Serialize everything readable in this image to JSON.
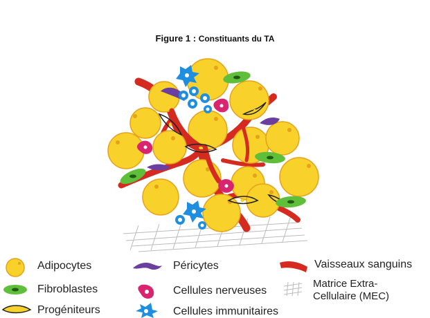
{
  "figure": {
    "title_prefix": "Figure 1 :",
    "title_text": "Constituants du TA"
  },
  "colors": {
    "adipocyte_fill": "#f8d12a",
    "adipocyte_stroke": "#e6a21a",
    "fibroblast": "#5fbf3a",
    "pericyte": "#6a3fa0",
    "nerve_cell": "#d9246f",
    "immune_cell": "#1e8fe0",
    "vessel": "#d42a1f",
    "progenitor_outline": "#222222",
    "ecm_lines": "#bbbbbb"
  },
  "legend": {
    "adipocytes": "Adipocytes",
    "fibroblasts": "Fibroblastes",
    "progenitors": "Progéniteurs",
    "pericytes": "Péricytes",
    "nerve_cells": "Cellules nerveuses",
    "immune_cells": "Cellules immunitaires",
    "vessels": "Vaisseaux sanguins",
    "ecm_line1": "Matrice Extra-",
    "ecm_line2": "Cellulaire (MEC)"
  },
  "icons": [
    "adipocyte-icon",
    "fibroblast-icon",
    "progenitor-icon",
    "pericyte-icon",
    "nerve-cell-icon",
    "immune-cell-icon",
    "blood-vessel-icon",
    "matrix-icon"
  ]
}
